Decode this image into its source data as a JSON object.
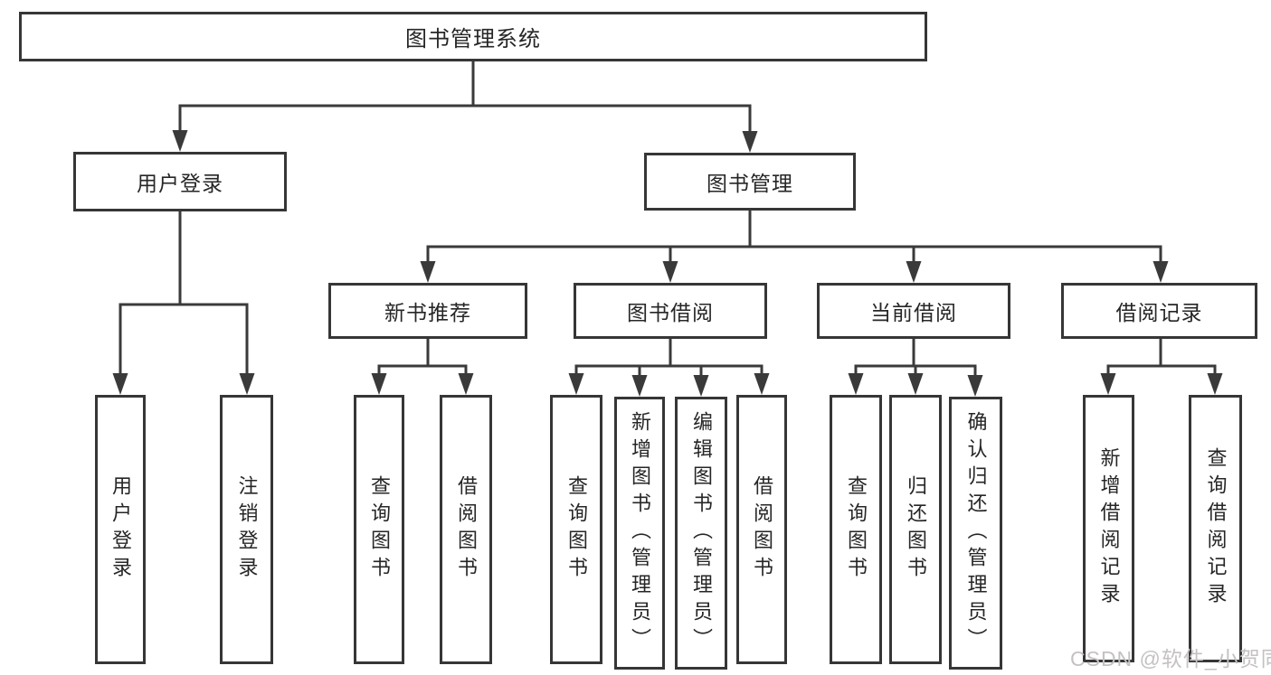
{
  "nodes": {
    "root": "图书管理系统",
    "user_login": "用户登录",
    "book_management": "图书管理",
    "login": "用户登录",
    "logout": "注销登录",
    "new_book_recommend": "新书推荐",
    "book_borrow": "图书借阅",
    "current_borrow": "当前借阅",
    "borrow_records": "借阅记录",
    "nb_query_book": "查询图书",
    "nb_borrow_book": "借阅图书",
    "bb_query_book": "查询图书",
    "bb_add_book": "新增图书（管理员）",
    "bb_edit_book": "编辑图书（管理员）",
    "bb_borrow_book": "借阅图书",
    "cb_query_book": "查询图书",
    "cb_return_book": "归还图书",
    "cb_confirm_return": "确认归还（管理员）",
    "br_add_record": "新增借阅记录",
    "br_query_record": "查询借阅记录"
  },
  "watermark": "CSDN @软件_小贺同学",
  "colors": {
    "line": "#3a3a3a",
    "border": "#363636",
    "text": "#262626",
    "watermark": "#c5c1c3",
    "background": "#ffffff"
  }
}
